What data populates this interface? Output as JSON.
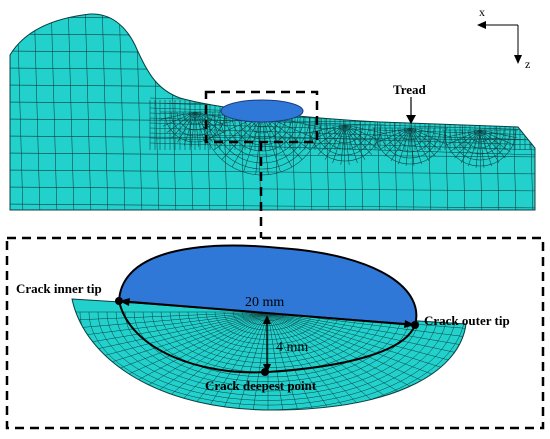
{
  "figure": {
    "axes": {
      "x_label": "x",
      "z_label": "z"
    },
    "labels": {
      "tread": "Tread",
      "crack_inner_tip": "Crack inner tip",
      "crack_outer_tip": "Crack outer tip",
      "crack_deepest_point": "Crack deepest point",
      "length_dim": "20 mm",
      "depth_dim": "4 mm"
    },
    "colors": {
      "mesh_fill": "#22d1cc",
      "mesh_line": "#0c3f40",
      "crack_face": "#2f78d8",
      "outline": "#000000",
      "dashed_box": "#000000"
    }
  }
}
